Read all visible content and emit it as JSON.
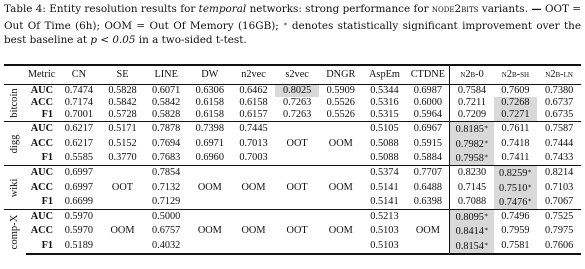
{
  "caption": {
    "lead": "Table 4: Entity resolution results for ",
    "emph": "temporal",
    "mid1": " networks: strong performance for ",
    "method": "node2bits",
    "mid2": " variants. ",
    "oot_key": "OOT",
    "oot_def": " = Out Of Time (6h); ",
    "oom_key": "OOM",
    "oom_def": " = Out Of Memory (16GB); ",
    "star_def": " denotes statistically significant improvement over the best baseline at ",
    "pval": "p < 0.05",
    "tail": " in a two-sided t-test."
  },
  "table": {
    "header": {
      "metric": "Metric",
      "baselines": [
        "CN",
        "SE",
        "LINE",
        "DW",
        "n2vec",
        "s2vec",
        "DNGR",
        "AspEm",
        "CTDNE"
      ],
      "variants": [
        "n2b-0",
        "n2b-sh",
        "n2b-ln"
      ]
    },
    "groups": [
      {
        "name": "bitcoin",
        "rows": [
          {
            "metric": "AUC",
            "cells": [
              "0.7474",
              "0.5828",
              "0.6071",
              "0.6306",
              "0.6462",
              "0.8025",
              "0.5909",
              "0.5344",
              "0.6987",
              "0.7584",
              "0.7609",
              "0.7380"
            ],
            "hl": [
              5
            ]
          },
          {
            "metric": "ACC",
            "cells": [
              "0.7174",
              "0.5842",
              "0.5842",
              "0.6158",
              "0.6158",
              "0.7263",
              "0.5526",
              "0.5316",
              "0.6000",
              "0.7211",
              "0.7268",
              "0.6737"
            ],
            "hl": [
              10
            ]
          },
          {
            "metric": "F1",
            "cells": [
              "0.7001",
              "0.5728",
              "0.5828",
              "0.6158",
              "0.6157",
              "0.7263",
              "0.5526",
              "0.5315",
              "0.5964",
              "0.7209",
              "0.7271",
              "0.6735"
            ],
            "hl": [
              10
            ]
          }
        ]
      },
      {
        "name": "digg",
        "rows": [
          {
            "metric": "AUC",
            "cells": [
              "0.6217",
              "0.5171",
              "0.7878",
              "0.7398",
              "0.7445",
              "",
              "",
              "0.5105",
              "0.6967",
              "0.8185*",
              "0.7611",
              "0.7587"
            ],
            "hl": [
              9
            ]
          },
          {
            "metric": "ACC",
            "cells": [
              "0.6217",
              "0.5152",
              "0.7694",
              "0.6971",
              "0.7013",
              "OOT",
              "OOM",
              "0.5088",
              "0.5915",
              "0.7982*",
              "0.7418",
              "0.7444"
            ],
            "hl": [
              9
            ]
          },
          {
            "metric": "F1",
            "cells": [
              "0.5585",
              "0.3770",
              "0.7683",
              "0.6960",
              "0.7003",
              "",
              "",
              "0.5088",
              "0.5884",
              "0.7958*",
              "0.7411",
              "0.7433"
            ],
            "hl": [
              9
            ]
          }
        ]
      },
      {
        "name": "wiki",
        "rows": [
          {
            "metric": "AUC",
            "cells": [
              "0.6997",
              "",
              "0.7854",
              "",
              "",
              "",
              "",
              "0.5374",
              "0.7707",
              "0.8230",
              "0.8259*",
              "0.8214"
            ],
            "hl": [
              10
            ]
          },
          {
            "metric": "ACC",
            "cells": [
              "0.6997",
              "OOT",
              "0.7132",
              "OOM",
              "OOM",
              "OOT",
              "OOM",
              "0.5141",
              "0.6488",
              "0.7145",
              "0.7510*",
              "0.7103"
            ],
            "hl": [
              10
            ]
          },
          {
            "metric": "F1",
            "cells": [
              "0.6699",
              "",
              "0.7129",
              "",
              "",
              "",
              "",
              "0.5141",
              "0.6398",
              "0.7088",
              "0.7476*",
              "0.7067"
            ],
            "hl": [
              10
            ]
          }
        ]
      },
      {
        "name": "comp-X",
        "rows": [
          {
            "metric": "AUC",
            "cells": [
              "0.5970",
              "",
              "0.5000",
              "",
              "",
              "",
              "",
              "0.5213",
              "",
              "0.8095*",
              "0.7496",
              "0.7525"
            ],
            "hl": [
              9
            ]
          },
          {
            "metric": "ACC",
            "cells": [
              "0.5970",
              "OOM",
              "0.6757",
              "OOM",
              "OOM",
              "OOT",
              "OOM",
              "0.5103",
              "OOM",
              "0.8414*",
              "0.7959",
              "0.7975"
            ],
            "hl": [
              9
            ]
          },
          {
            "metric": "F1",
            "cells": [
              "0.5189",
              "",
              "0.4032",
              "",
              "",
              "",
              "",
              "0.5103",
              "",
              "0.8154*",
              "0.7581",
              "0.7606"
            ],
            "hl": [
              9
            ]
          }
        ]
      }
    ]
  }
}
